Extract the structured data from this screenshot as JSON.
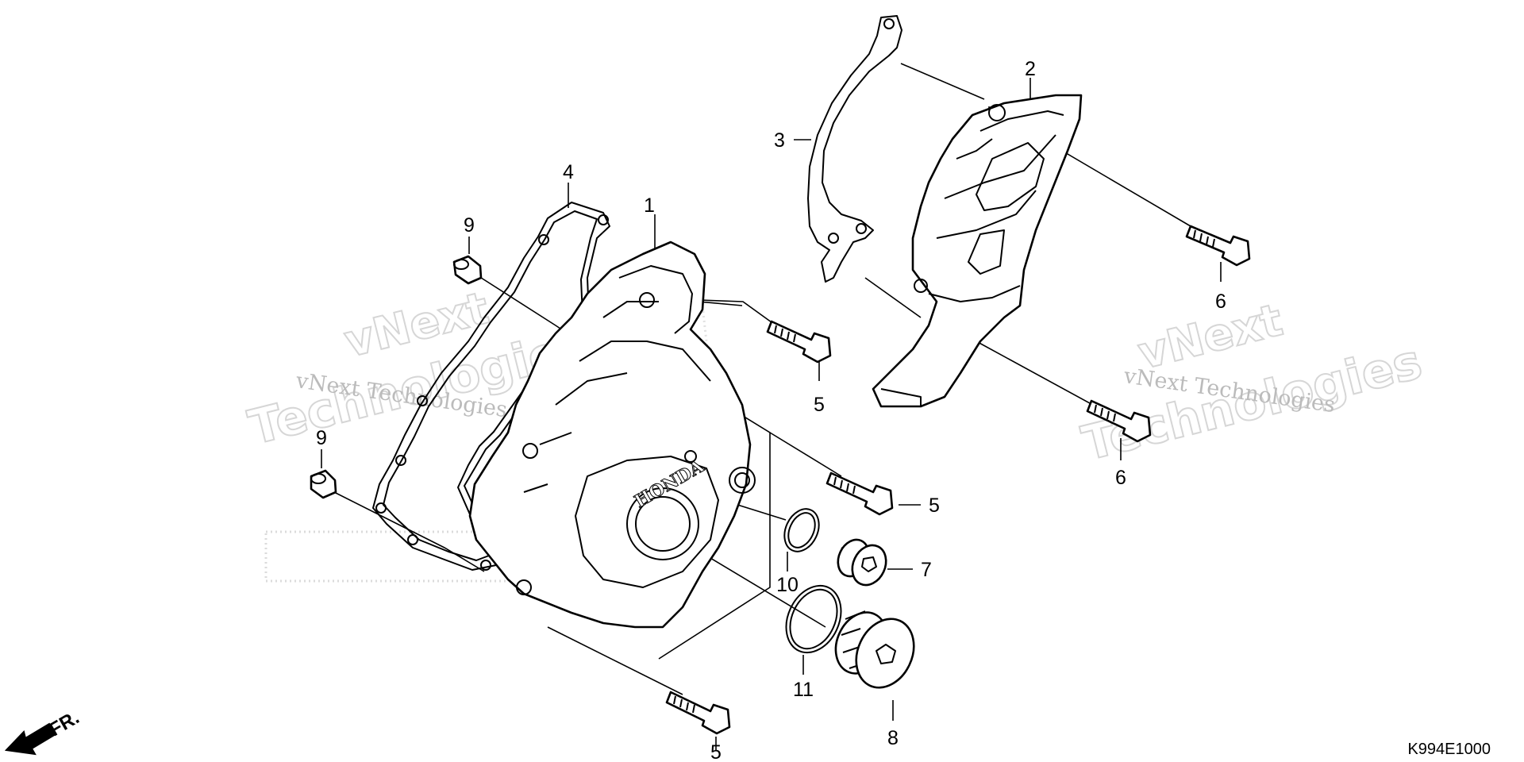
{
  "parts": [
    {
      "id": "cover",
      "label": "1"
    },
    {
      "id": "sprocket-cover",
      "label": "2"
    },
    {
      "id": "sprocket-cover-gasket",
      "label": "3"
    },
    {
      "id": "cover-gasket",
      "label": "4"
    },
    {
      "id": "bolt-upper",
      "label": "5"
    },
    {
      "id": "bolt-middle",
      "label": "5"
    },
    {
      "id": "bolt-lower",
      "label": "5"
    },
    {
      "id": "bolt-sprocket-upper",
      "label": "6"
    },
    {
      "id": "bolt-sprocket-lower",
      "label": "6"
    },
    {
      "id": "timing-cap",
      "label": "7"
    },
    {
      "id": "crank-cap",
      "label": "8"
    },
    {
      "id": "dowel-upper",
      "label": "9"
    },
    {
      "id": "dowel-lower",
      "label": "9"
    },
    {
      "id": "oring-small",
      "label": "10"
    },
    {
      "id": "oring-large",
      "label": "11"
    }
  ],
  "cover_logo": "HONDA",
  "direction_label": "FR.",
  "diagram_code": "K994E1000",
  "watermark": {
    "line1": "vNext Technologies",
    "big_word1": "vNext",
    "big_word2": "Technologies"
  }
}
